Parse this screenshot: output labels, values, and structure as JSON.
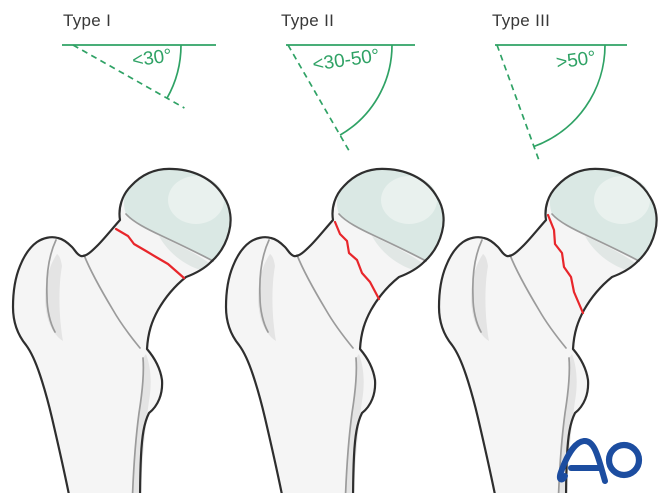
{
  "panels": [
    {
      "id": "type-1",
      "title": "Type I",
      "angle_label": "<30°",
      "drawn_angle_deg": 29.5
    },
    {
      "id": "type-2",
      "title": "Type II",
      "angle_label": "<30-50°",
      "drawn_angle_deg": 60
    },
    {
      "id": "type-3",
      "title": "Type III",
      "angle_label": ">50°",
      "drawn_angle_deg": 70
    }
  ],
  "logo": {
    "text": "AO"
  },
  "colors": {
    "green": "#2fa265",
    "red": "#e8262b",
    "ink": "#383838",
    "outline": "#2e2e2e",
    "bone": "#f5f5f5",
    "bone_shade": "#e4e4e4",
    "cartilage": "#dae8e4",
    "cartilage_highlight": "#e9f1ee",
    "gray_line": "#9b9b9b",
    "logo": "#1c4da0",
    "background": "#ffffff"
  }
}
